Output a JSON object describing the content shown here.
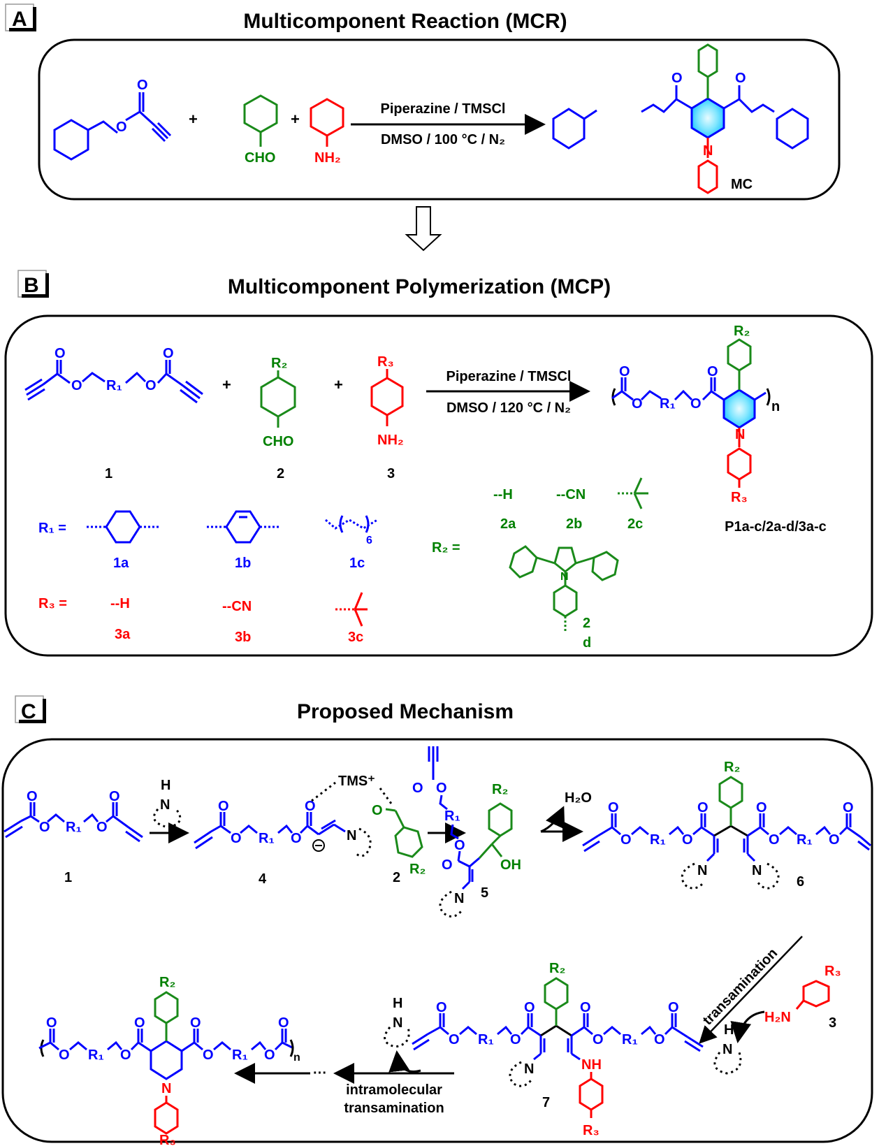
{
  "panels": {
    "A": {
      "letter": "A",
      "title": "Multicomponent Reaction (MCR)",
      "conditions_top": "Piperazine / TMSCl",
      "conditions_bottom": "DMSO / 100 °C / N₂",
      "plus": "+",
      "reagent2_group": "CHO",
      "reagent3_group": "NH₂",
      "product_label": "MC",
      "atom_O": "O",
      "atom_N": "N"
    },
    "B": {
      "letter": "B",
      "title": "Multicomponent Polymerization (MCP)",
      "conditions_top": "Piperazine / TMSCl",
      "conditions_bottom": "DMSO / 120 °C / N₂",
      "plus": "+",
      "monomer_labels": [
        "1",
        "2",
        "3"
      ],
      "reagent2_group": "CHO",
      "reagent3_group": "NH₂",
      "R1": "R₁",
      "R2": "R₂",
      "R3": "R₃",
      "repeat_n": "n",
      "product_label": "P1a-c/2a-d/3a-c",
      "R1_eq": "R₁ =",
      "R2_eq": "R₂ =",
      "R3_eq": "R₃ =",
      "R1_options": [
        "1a",
        "1b",
        "1c"
      ],
      "R1_1c_subscript": "6",
      "R2_options": [
        {
          "group": "--H",
          "label": "2a"
        },
        {
          "group": "--CN",
          "label": "2b"
        },
        {
          "group": "tert-butyl",
          "label": "2c"
        },
        {
          "group": "tetraphenylpyrrole",
          "label_line1": "2",
          "label_line2": "d"
        }
      ],
      "R3_options": [
        {
          "group": "--H",
          "label": "3a"
        },
        {
          "group": "--CN",
          "label": "3b"
        },
        {
          "group": "tert-butyl",
          "label": "3c"
        }
      ]
    },
    "C": {
      "letter": "C",
      "title": "Proposed Mechanism",
      "compound_labels": [
        "1",
        "4",
        "2",
        "5",
        "6",
        "7",
        "3"
      ],
      "tms": "TMS⁺",
      "water": "H₂O",
      "oh": "OH",
      "nh": "NH",
      "h2n": "H₂N",
      "h": "H",
      "transamination": "transamination",
      "intramolecular_line1": "intramolecular",
      "intramolecular_line2": "transamination",
      "ellipsis": "···",
      "repeat_n": "n"
    }
  },
  "colors": {
    "monomer1": "#0000ff",
    "monomer2": "#008000",
    "monomer3": "#ff0000",
    "ring_highlight": "#66e0ff"
  }
}
